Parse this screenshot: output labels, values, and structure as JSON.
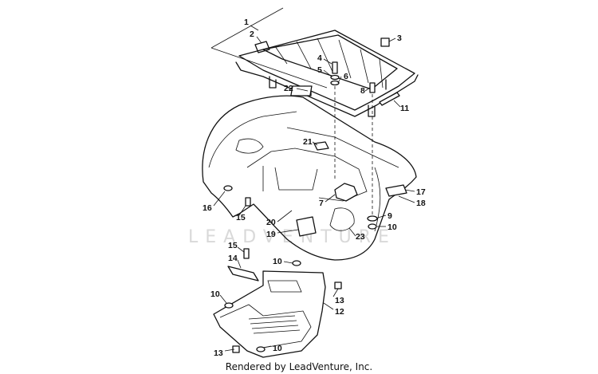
{
  "diagram": {
    "watermark": "LEADVENTURE",
    "credit": "Rendered by LeadVenture, Inc.",
    "callouts": [
      "1",
      "2",
      "3",
      "4",
      "5",
      "6",
      "8",
      "11",
      "22",
      "21",
      "7",
      "17",
      "18",
      "9",
      "10",
      "23",
      "19",
      "20",
      "15",
      "16",
      "15",
      "14",
      "10",
      "13",
      "10",
      "12",
      "13",
      "10"
    ]
  }
}
